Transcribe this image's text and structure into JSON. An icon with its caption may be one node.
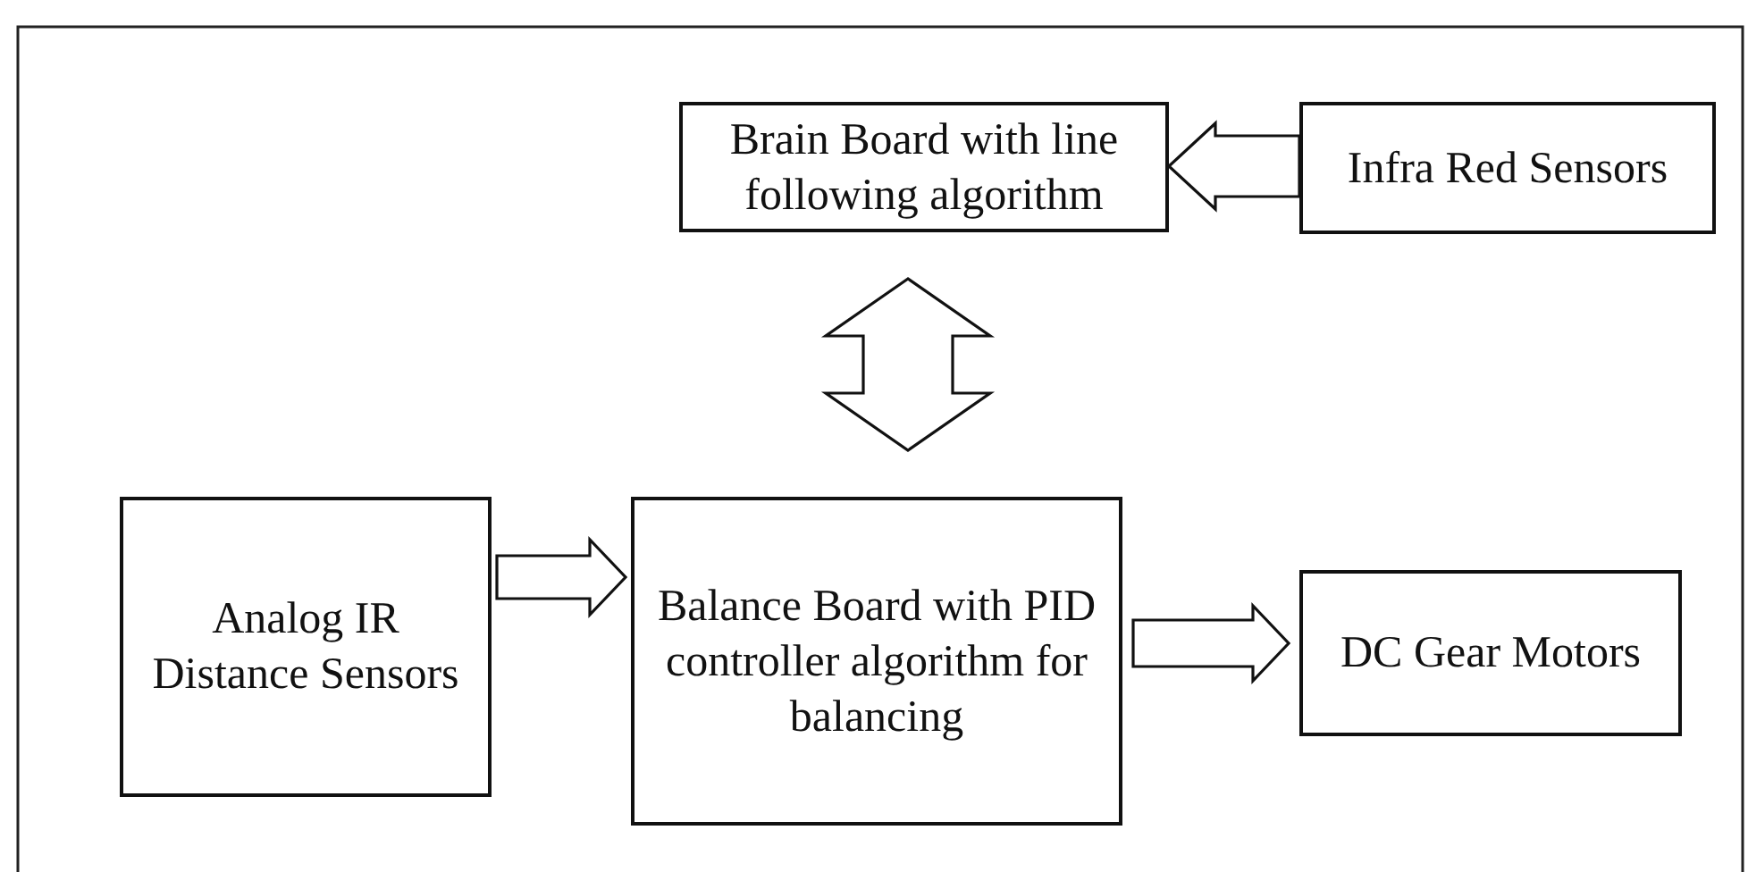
{
  "diagram": {
    "nodes": [
      {
        "text": [
          "Brain Board with line following algorithm"
        ]
      },
      {
        "text": [
          "Infra Red Sensors"
        ]
      },
      {
        "text": [
          "Analog IR Distance Sensors"
        ]
      },
      {
        "text": [
          "Balance Board with PID controller algorithm for balancing"
        ]
      },
      {
        "text": [
          "DC Gear Motors"
        ]
      }
    ],
    "edges": [
      {
        "from": 1,
        "to": 0,
        "arrow": "to"
      },
      {
        "from": 0,
        "to": 3,
        "arrow": "both"
      },
      {
        "from": 2,
        "to": 3,
        "arrow": "to"
      },
      {
        "from": 3,
        "to": 4,
        "arrow": "to"
      }
    ]
  }
}
